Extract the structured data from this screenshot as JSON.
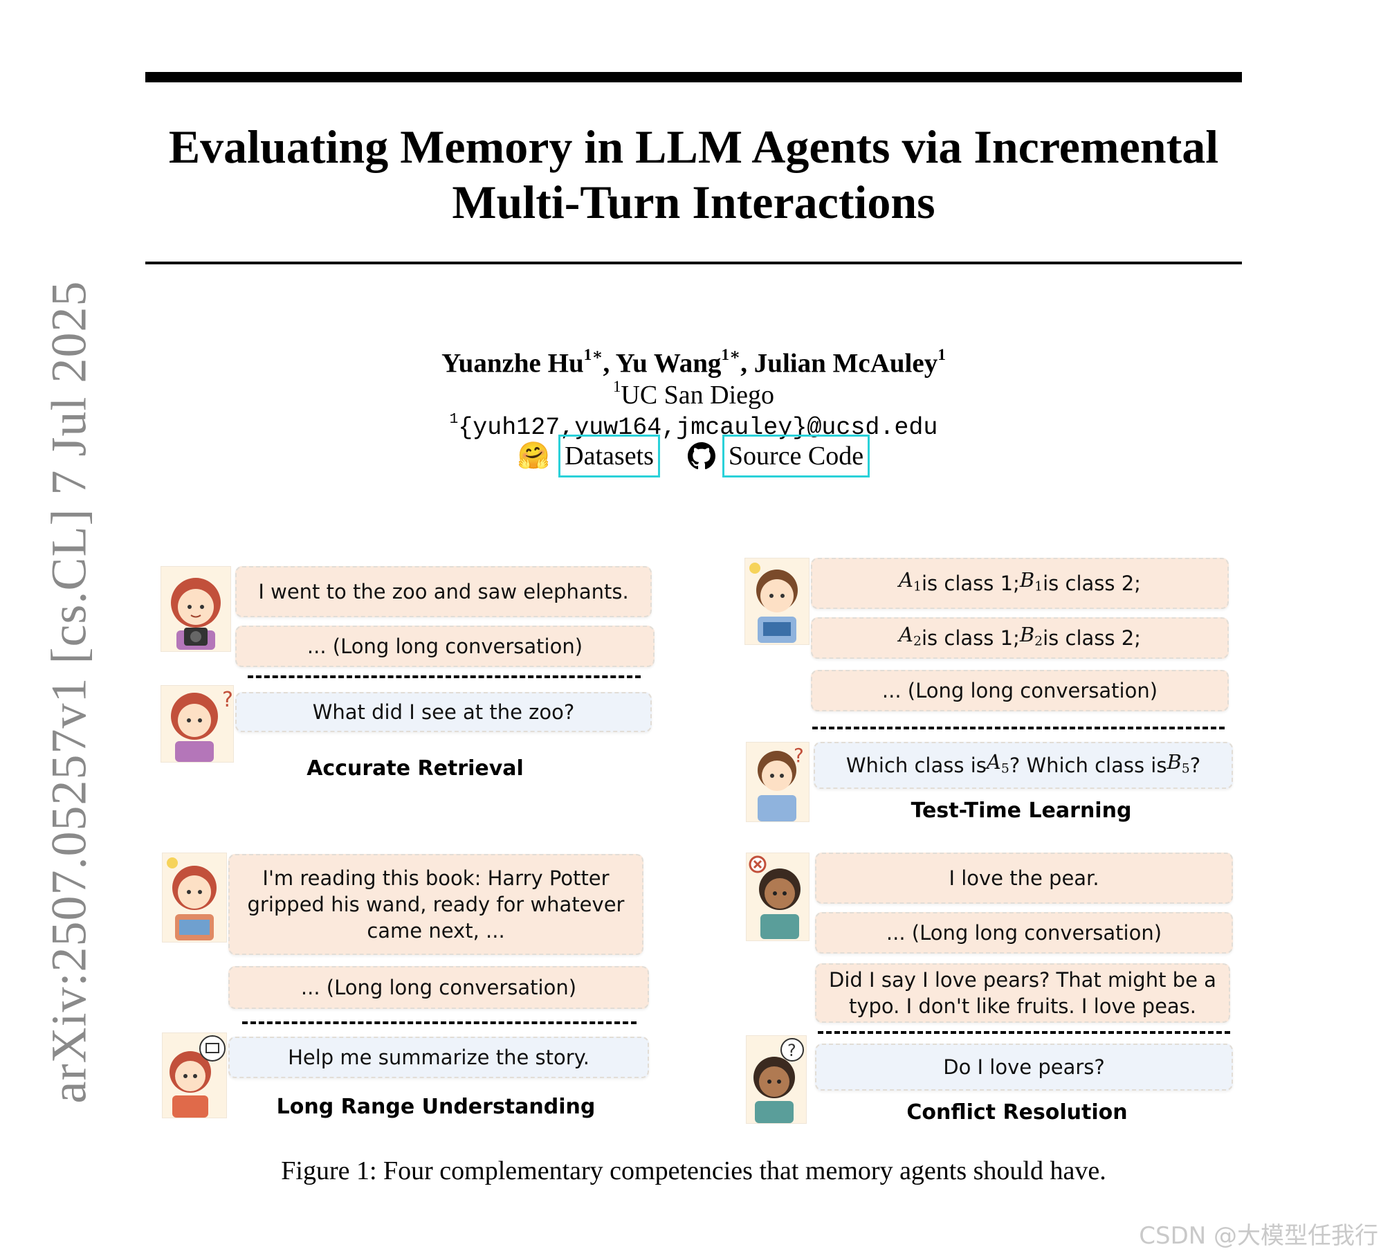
{
  "title_line1": "Evaluating Memory in LLM Agents via Incremental",
  "title_line2": "Multi-Turn Interactions",
  "arxiv_id": "arXiv:2507.05257v1  [cs.CL]  7 Jul 2025",
  "authors": [
    {
      "name": "Yuanzhe Hu",
      "mark": "1∗"
    },
    {
      "name": "Yu Wang",
      "mark": "1∗"
    },
    {
      "name": "Julian McAuley",
      "mark": "1"
    }
  ],
  "affiliation": {
    "mark": "1",
    "text": "UC San Diego"
  },
  "emails": {
    "mark": "1",
    "text": "{yuh127,yuw164,jmcauley}@ucsd.edu"
  },
  "links": {
    "datasets": "Datasets",
    "source_code": "Source Code"
  },
  "panels": {
    "accurate_retrieval": {
      "label": "Accurate Retrieval",
      "bubble1": "I went to the zoo and saw elephants.",
      "bubble2": "... (Long long conversation)",
      "question": "What did I see at the zoo?"
    },
    "test_time_learning": {
      "label": "Test-Time Learning",
      "bubble3": "... (Long long conversation)",
      "q_part1": "Which class is ",
      "q_part2": "? Which class is ",
      "q_part3": "?",
      "text_is_class1": " is class 1; ",
      "text_is_class2": " is class 2;"
    },
    "long_range_understanding": {
      "label": "Long Range Understanding",
      "bubble1": "I'm reading this book: Harry Potter gripped his wand, ready for whatever came next, ...",
      "bubble2": "... (Long long conversation)",
      "question": "Help me summarize the story."
    },
    "conflict_resolution": {
      "label": "Conflict Resolution",
      "bubble1": "I love the pear.",
      "bubble2": "... (Long long conversation)",
      "bubble3": "Did I say I love pears? That might be a typo. I don't like fruits. I love peas.",
      "question": "Do I love pears?"
    }
  },
  "caption": "Figure 1: Four complementary competencies that memory agents should have.",
  "watermark": "CSDN @大模型任我行",
  "colors": {
    "link_border": "#2ad1d9",
    "bubble_peach": "#fbe9dc",
    "bubble_blue": "#eef3fa"
  }
}
